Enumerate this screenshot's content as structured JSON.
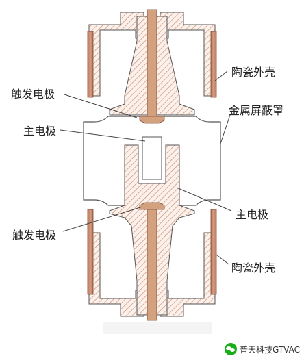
{
  "labels": {
    "ceramic_top": "陶瓷外壳",
    "trigger_top": "触发电极",
    "shield": "金属屏蔽罩",
    "main_top": "主电极",
    "main_bottom": "主电极",
    "trigger_bottom": "触发电极",
    "ceramic_bottom": "陶瓷外壳"
  },
  "watermark": "普天科技GTVAC",
  "icons": {
    "watermark": "wechat-icon"
  },
  "colors": {
    "ceramic": "#c48a6a",
    "hatch": "#c98f78",
    "copper": "#d4a17e",
    "line": "#555555"
  }
}
